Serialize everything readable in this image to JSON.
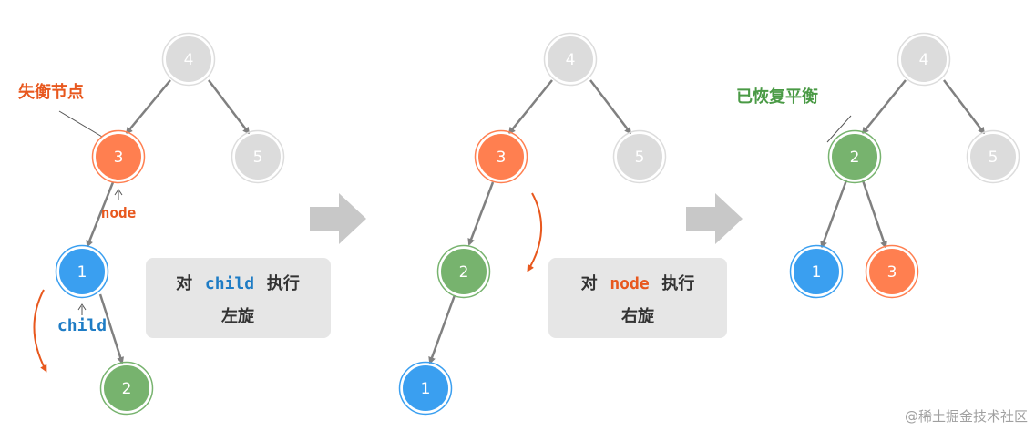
{
  "stage1": {
    "unbalanced_label": "失衡节点",
    "node_pointer": "node",
    "child_pointer": "child",
    "nodes": {
      "n4": "4",
      "n3": "3",
      "n5": "5",
      "n1": "1",
      "n2": "2"
    },
    "op_box": {
      "prefix": "对",
      "target": "child",
      "verb": "执行",
      "action": "左旋"
    }
  },
  "stage2": {
    "nodes": {
      "n4": "4",
      "n3": "3",
      "n5": "5",
      "n2": "2",
      "n1": "1"
    },
    "op_box": {
      "prefix": "对",
      "target": "node",
      "verb": "执行",
      "action": "右旋"
    }
  },
  "stage3": {
    "balanced_label": "已恢复平衡",
    "nodes": {
      "n4": "4",
      "n2": "2",
      "n5": "5",
      "n1": "1",
      "n3": "3"
    }
  },
  "watermark": "@稀土掘金技术社区",
  "colors": {
    "gray_node": "#dcdcdc",
    "orange_node": "#ff7f50",
    "blue_node": "#3a9ff0",
    "green_node": "#77b36e",
    "edge": "#808080",
    "orange_text": "#e8581e",
    "green_text": "#4a9a45",
    "blue_text": "#1e7cc5",
    "box_bg": "#e6e6e6",
    "arrow_gray": "#c8c8c8"
  }
}
